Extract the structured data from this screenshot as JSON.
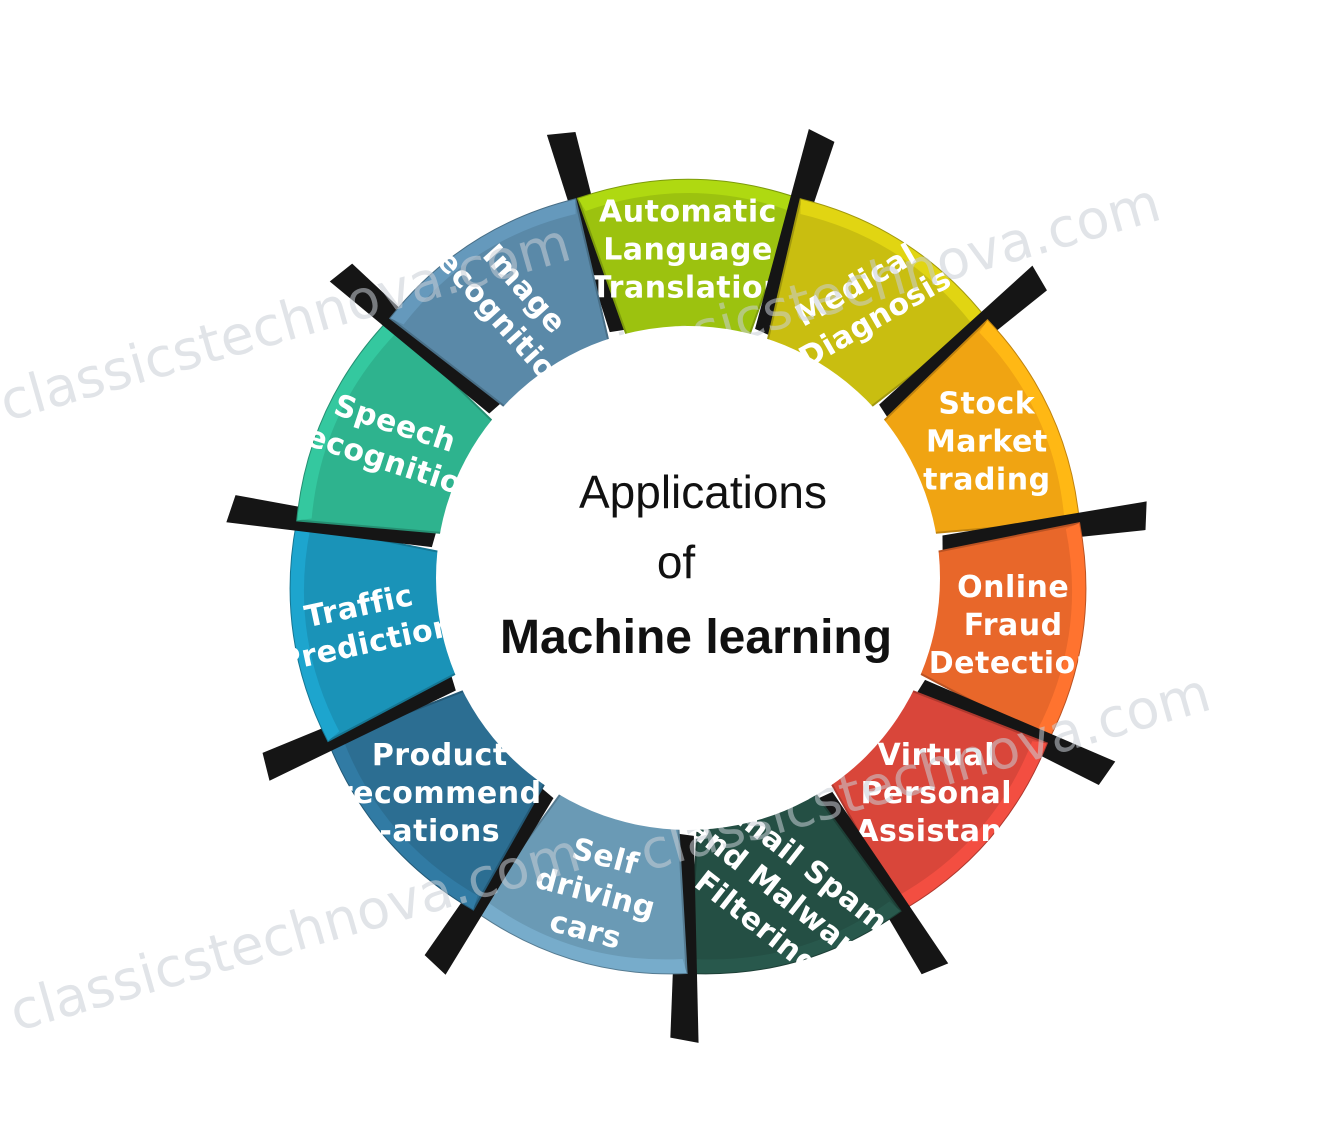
{
  "center": {
    "line1": "Applications",
    "line2": "of",
    "line3": "Machine learning"
  },
  "segments": [
    {
      "lines": [
        "Automatic",
        "Language",
        "Translation"
      ],
      "color": "#9cc20f"
    },
    {
      "lines": [
        "Medical",
        "Diagnosis"
      ],
      "color": "#c9be10"
    },
    {
      "lines": [
        "Stock",
        "Market",
        "trading"
      ],
      "color": "#f0a412"
    },
    {
      "lines": [
        "Online",
        "Fraud",
        "Detection"
      ],
      "color": "#e8672a"
    },
    {
      "lines": [
        "Virtual",
        "Personal",
        "Assistant"
      ],
      "color": "#d9463a"
    },
    {
      "lines": [
        "Email Spam",
        "and Malware",
        "Filtering"
      ],
      "color": "#244f44"
    },
    {
      "lines": [
        "Self",
        "driving",
        "cars"
      ],
      "color": "#6a9ab5"
    },
    {
      "lines": [
        "Product",
        "recommend",
        "-ations"
      ],
      "color": "#2c6e92"
    },
    {
      "lines": [
        "Traffic",
        "Prediction"
      ],
      "color": "#1a93b8"
    },
    {
      "lines": [
        "Speech",
        "Recognition"
      ],
      "color": "#2eb38e"
    },
    {
      "lines": [
        "Image",
        "Recognition"
      ],
      "color": "#5a89a8"
    }
  ],
  "watermarks": [
    "classicstechnova.com",
    "classicstechnova.com",
    "classicstechnova.com",
    "classicstechnova.com"
  ]
}
